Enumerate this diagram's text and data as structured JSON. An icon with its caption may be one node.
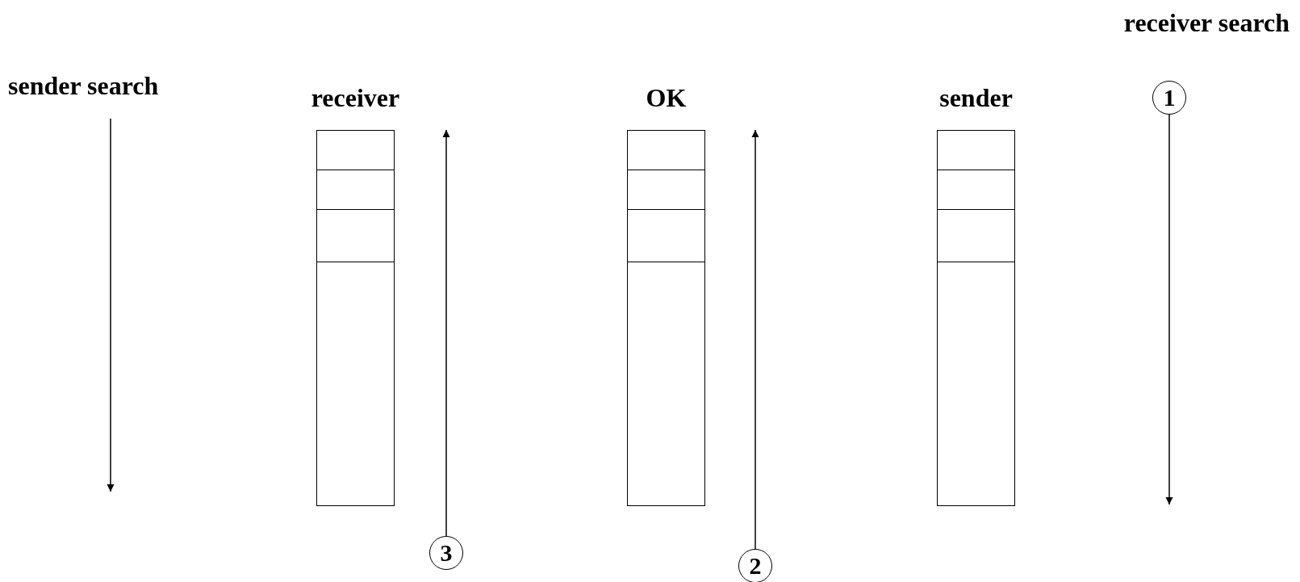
{
  "diagram": {
    "nodes": [
      {
        "text": [
          "receiver"
        ]
      },
      {
        "text": [
          "OK"
        ]
      },
      {
        "text": [
          "sender"
        ]
      },
      {
        "text": [
          "1"
        ]
      },
      {
        "text": [
          "3"
        ]
      },
      {
        "text": [
          "2"
        ]
      }
    ],
    "edges": [
      {
        "from": 3,
        "to": null,
        "arrow": "to"
      },
      {
        "from": 4,
        "to": null,
        "arrow": "to"
      },
      {
        "from": 5,
        "to": null,
        "arrow": "to"
      }
    ],
    "labels": [
      "receiver search",
      "sender search"
    ]
  }
}
